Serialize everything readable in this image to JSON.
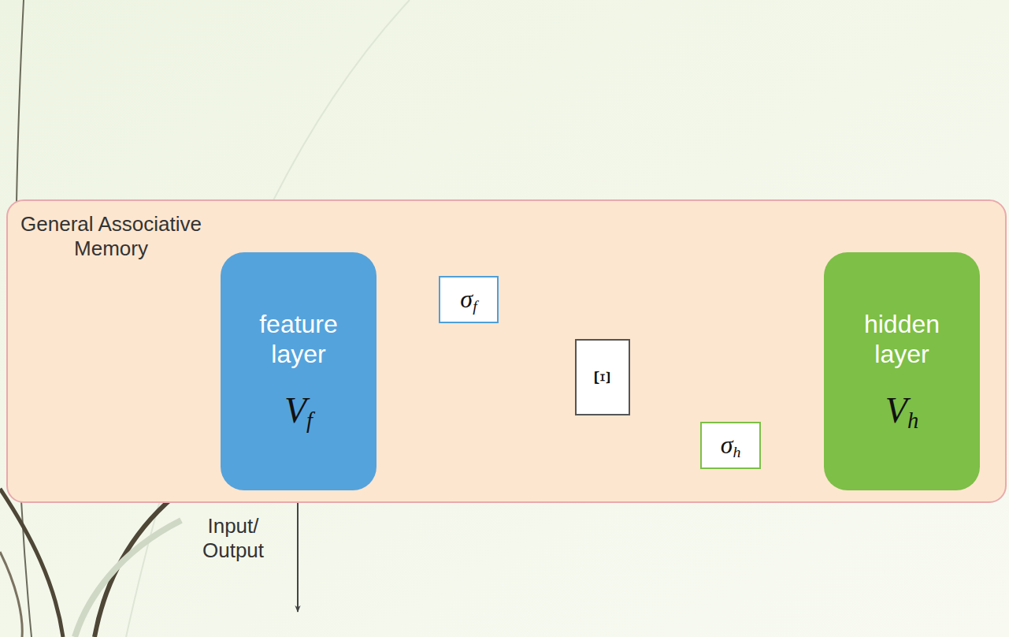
{
  "diagram": {
    "nodes": [
      {
        "text": [
          "General Associative Memory"
        ]
      },
      {
        "text": [
          "feature layer",
          "Vf"
        ],
        "in": 0
      },
      {
        "text": [
          "σf"
        ],
        "in": 0
      },
      {
        "text": [
          "Ξ"
        ],
        "in": 0
      },
      {
        "text": [
          "σh"
        ],
        "in": 0
      },
      {
        "text": [
          "hidden layer",
          "Vh"
        ],
        "in": 0
      }
    ],
    "edges": [
      {
        "from": 1,
        "to": 2,
        "arrow": "to"
      },
      {
        "from": 2,
        "to": 5,
        "arrow": "to"
      },
      {
        "from": 5,
        "to": 4,
        "arrow": "to"
      },
      {
        "from": 4,
        "to": 1,
        "arrow": "to"
      },
      {
        "from": 3,
        "to": 5,
        "arrow": "to"
      },
      {
        "from": 3,
        "to": 1,
        "arrow": "to"
      }
    ],
    "labels": [
      "Input/ Output"
    ]
  }
}
